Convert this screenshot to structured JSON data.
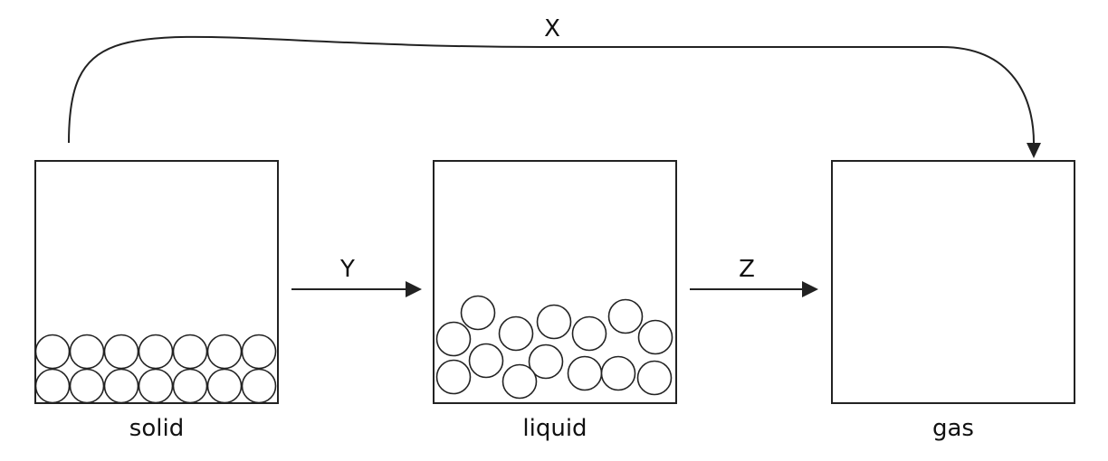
{
  "diagram": {
    "states": [
      {
        "id": "solid",
        "label": "solid"
      },
      {
        "id": "liquid",
        "label": "liquid"
      },
      {
        "id": "gas",
        "label": "gas"
      }
    ],
    "transitions": [
      {
        "label": "X",
        "from": "solid",
        "to": "gas"
      },
      {
        "label": "Y",
        "from": "solid",
        "to": "liquid"
      },
      {
        "label": "Z",
        "from": "liquid",
        "to": "gas"
      }
    ],
    "colors": {
      "stroke": "#222222",
      "background": "#ffffff"
    }
  }
}
